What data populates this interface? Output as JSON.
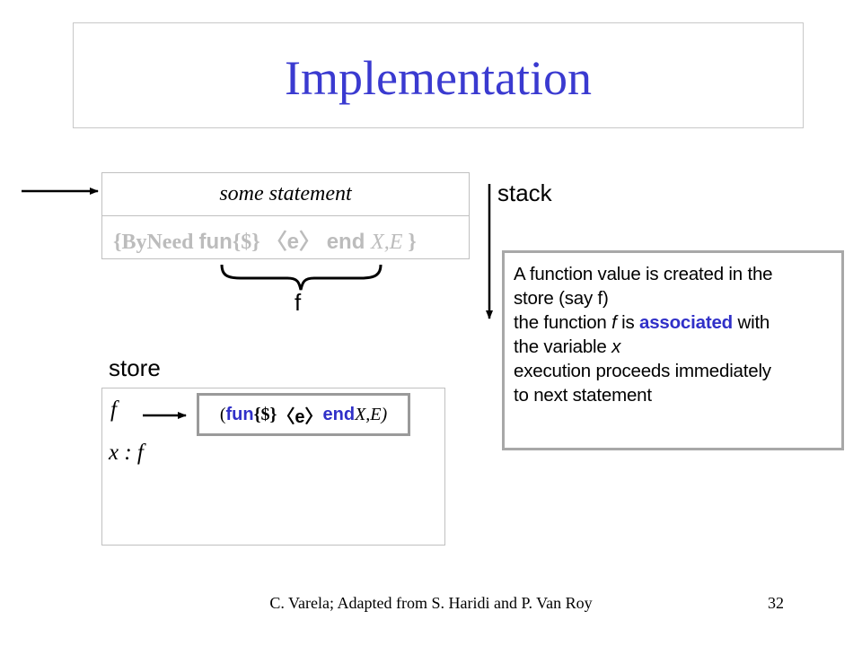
{
  "title": "Implementation",
  "stack": {
    "label": "stack",
    "statement_1": "some statement",
    "statement_2": {
      "open": "{ByNeed ",
      "fun": "fun",
      "dollar": "{$} ",
      "e": "〈e〉 ",
      "end": "end ",
      "args": "X,E ",
      "close": "}"
    }
  },
  "brace_label": "f",
  "store": {
    "label": "store",
    "f_var": "f",
    "binding": "x : f",
    "closure": {
      "open": "(",
      "fun": "fun",
      "dollar": "{$} ",
      "e": "〈e〉 ",
      "end": "end ",
      "args": "X,E)"
    }
  },
  "note": {
    "line1": "A function value is created in the",
    "line2": "store (say f)",
    "line3_a": "the function ",
    "line3_f": "f",
    "line3_b": " is ",
    "line3_assoc": "associated",
    "line3_c": " with",
    "line4_a": "the variable ",
    "line4_x": "x",
    "line5": "execution proceeds immediately",
    "line6": "to next statement"
  },
  "footer": "C. Varela; Adapted from S. Haridi and P. Van Roy",
  "page_number": "32",
  "colors": {
    "title": "#3a3ad0",
    "keyword_blue": "#3030c8",
    "faded_text": "#bcbcbc"
  }
}
